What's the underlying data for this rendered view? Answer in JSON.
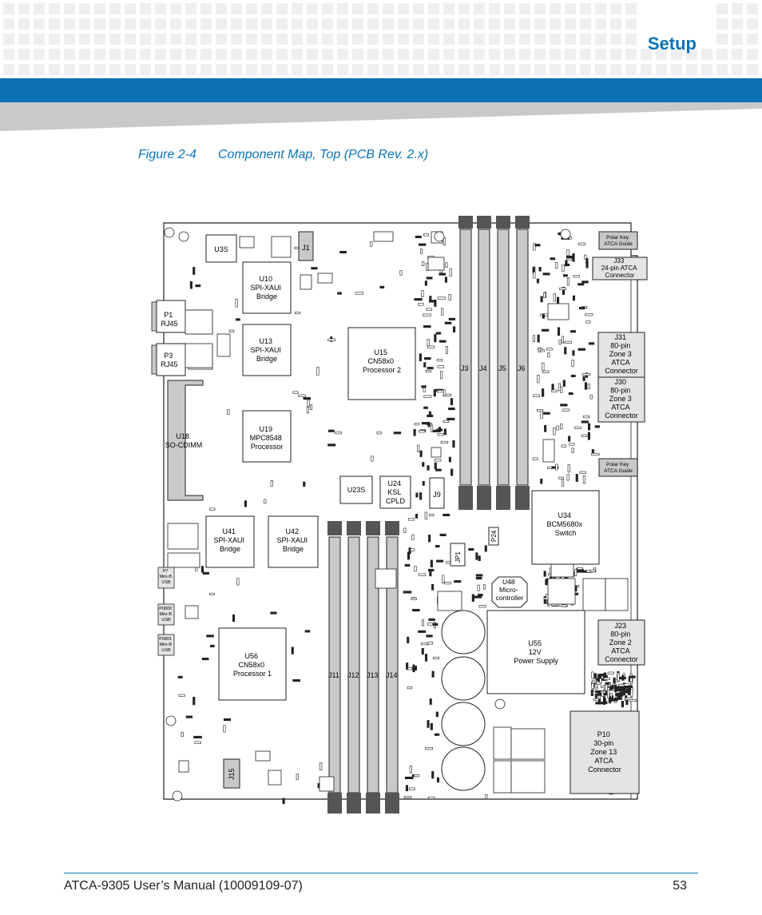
{
  "header": {
    "section": "Setup"
  },
  "figure": {
    "number": "Figure 2-4",
    "title": "Component Map, Top (PCB Rev. 2.x)"
  },
  "components": {
    "u3s": "U3S",
    "j1": "J1",
    "u10": [
      "U10",
      "SPI-XAUI",
      "Bridge"
    ],
    "u13": [
      "U13",
      "SPI-XAUI",
      "Bridge"
    ],
    "p1": [
      "P1",
      "RJ45"
    ],
    "p3": [
      "P3",
      "RJ45"
    ],
    "u15": [
      "U15",
      "CN58x0",
      "Processor 2"
    ],
    "u18": [
      "U18",
      "SO-CDIMM"
    ],
    "u19": [
      "U19",
      "MPC8548",
      "Processor"
    ],
    "u23s": "U23S",
    "u24": [
      "U24",
      "KSL",
      "CPLD"
    ],
    "j9": "J9",
    "j3": "J3",
    "j4": "J4",
    "j5": "J5",
    "j6": "J6",
    "polar_key_top": [
      "Polar Key",
      "ATCA Guide"
    ],
    "polar_key_mid": [
      "Polar Key",
      "ATCA Guide"
    ],
    "j33": [
      "J33",
      "24-pin ATCA",
      "Connector"
    ],
    "j31": [
      "J31",
      "80-pin",
      "Zone 3",
      "ATCA",
      "Connector"
    ],
    "j30": [
      "J30",
      "80-pin",
      "Zone 3",
      "ATCA",
      "Connector"
    ],
    "u34": [
      "U34",
      "BCM5680x",
      "Switch"
    ],
    "p24": "P24",
    "jp1": "JP1",
    "u41": [
      "U41",
      "SPI-XAUI",
      "Bridge"
    ],
    "u42": [
      "U42",
      "SPI-XAUI",
      "Bridge"
    ],
    "p7": [
      "P7",
      "Mini-B",
      "USB"
    ],
    "p0800": [
      "P0800",
      "Mini-B",
      "USB"
    ],
    "p0801": [
      "P0801",
      "Mini-B",
      "USB"
    ],
    "u48": [
      "U48",
      "Micro-",
      "controller"
    ],
    "u55": [
      "U55",
      "12V",
      "Power Supply"
    ],
    "j23": [
      "J23",
      "80-pin",
      "Zone 2",
      "ATCA",
      "Connector"
    ],
    "u56": [
      "U56",
      "CN58x0",
      "Processor 1"
    ],
    "j11": "J11",
    "j12": "J12",
    "j13": "J13",
    "j14": "J14",
    "p10": [
      "P10",
      "30-pin",
      "Zone 13",
      "ATCA",
      "Connector"
    ],
    "j15": "J15"
  },
  "footer": {
    "manual": "ATCA-9305 User’s Manual (10009109-07)",
    "page": "53"
  }
}
